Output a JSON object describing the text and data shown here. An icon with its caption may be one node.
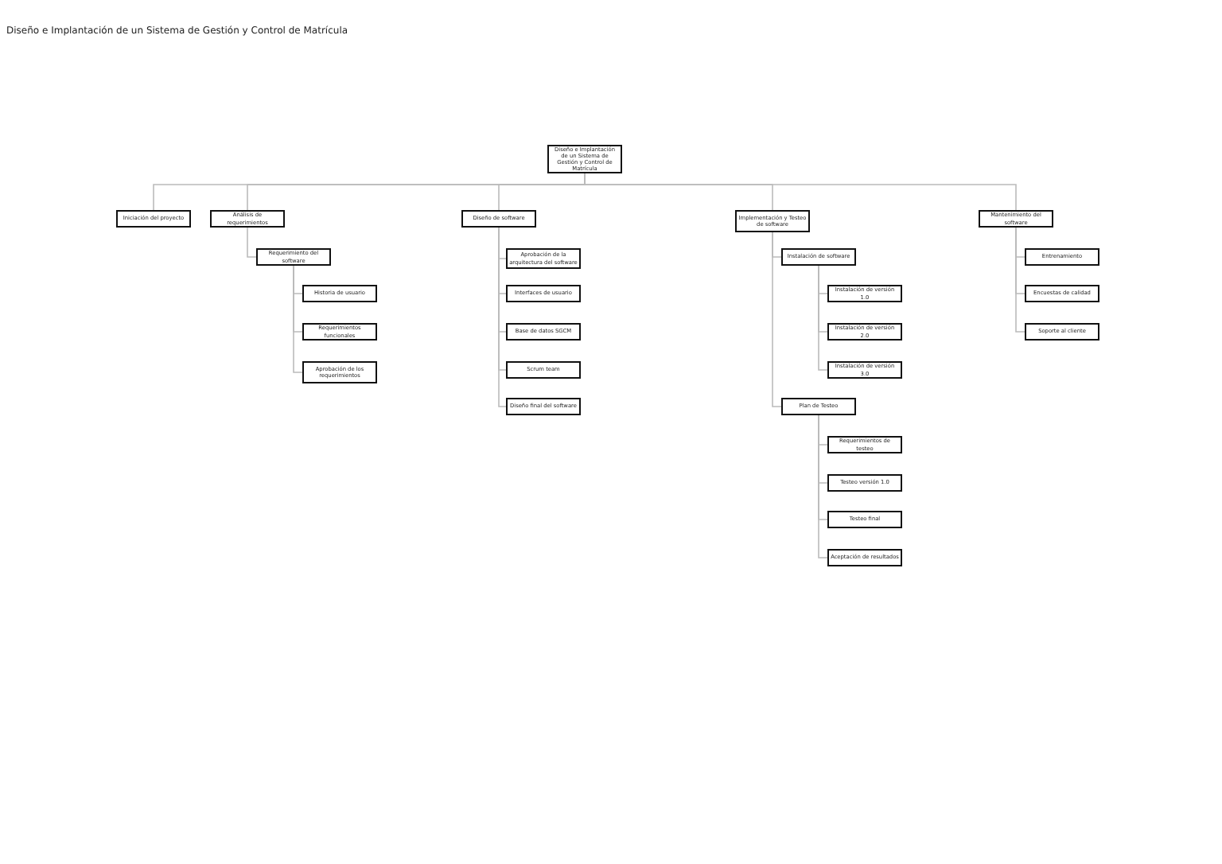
{
  "diagram": {
    "title": "Diseño e Implantación de un Sistema de Gestión y Control de Matrícula",
    "nodes": [
      {
        "text": [
          "Diseño e Implantación de un Sistema de Gestión y Control de Matrícula"
        ]
      },
      {
        "text": [
          "Iniciación del proyecto"
        ]
      },
      {
        "text": [
          "Análisis de requerimientos"
        ]
      },
      {
        "text": [
          "Requerimiento del software"
        ]
      },
      {
        "text": [
          "Historia de usuario"
        ]
      },
      {
        "text": [
          "Requerimientos funcionales"
        ]
      },
      {
        "text": [
          "Aprobación de los requerimientos"
        ]
      },
      {
        "text": [
          "Diseño de software"
        ]
      },
      {
        "text": [
          "Aprobación de la arquitectura del software"
        ]
      },
      {
        "text": [
          "Interfaces de usuario"
        ]
      },
      {
        "text": [
          "Base de datos SGCM"
        ]
      },
      {
        "text": [
          "Scrum team"
        ]
      },
      {
        "text": [
          "Diseño final del software"
        ]
      },
      {
        "text": [
          "Implementación y Testeo de software"
        ]
      },
      {
        "text": [
          "Instalación de software"
        ]
      },
      {
        "text": [
          "Instalación de versión 1.0"
        ]
      },
      {
        "text": [
          "Instalación de versión 2.0"
        ]
      },
      {
        "text": [
          "Instalación de versión 3.0"
        ]
      },
      {
        "text": [
          "Plan de Testeo"
        ]
      },
      {
        "text": [
          "Requerimientos de testeo"
        ]
      },
      {
        "text": [
          "Testeo versión 1.0"
        ]
      },
      {
        "text": [
          "Testeo final"
        ]
      },
      {
        "text": [
          "Aceptación de resultados"
        ]
      },
      {
        "text": [
          "Mantenimiento del software"
        ]
      },
      {
        "text": [
          "Entrenamiento"
        ]
      },
      {
        "text": [
          "Encuestas de calidad"
        ]
      },
      {
        "text": [
          "Soporte al cliente"
        ]
      }
    ],
    "edges": [
      {
        "from": 0,
        "to": 1,
        "arrow": "none"
      },
      {
        "from": 0,
        "to": 2,
        "arrow": "none"
      },
      {
        "from": 0,
        "to": 7,
        "arrow": "none"
      },
      {
        "from": 0,
        "to": 13,
        "arrow": "none"
      },
      {
        "from": 0,
        "to": 23,
        "arrow": "none"
      },
      {
        "from": 2,
        "to": 3,
        "arrow": "none"
      },
      {
        "from": 3,
        "to": 4,
        "arrow": "none"
      },
      {
        "from": 3,
        "to": 5,
        "arrow": "none"
      },
      {
        "from": 3,
        "to": 6,
        "arrow": "none"
      },
      {
        "from": 7,
        "to": 8,
        "arrow": "none"
      },
      {
        "from": 7,
        "to": 9,
        "arrow": "none"
      },
      {
        "from": 7,
        "to": 10,
        "arrow": "none"
      },
      {
        "from": 7,
        "to": 11,
        "arrow": "none"
      },
      {
        "from": 7,
        "to": 12,
        "arrow": "none"
      },
      {
        "from": 13,
        "to": 14,
        "arrow": "none"
      },
      {
        "from": 13,
        "to": 18,
        "arrow": "none"
      },
      {
        "from": 14,
        "to": 15,
        "arrow": "none"
      },
      {
        "from": 14,
        "to": 16,
        "arrow": "none"
      },
      {
        "from": 14,
        "to": 17,
        "arrow": "none"
      },
      {
        "from": 18,
        "to": 19,
        "arrow": "none"
      },
      {
        "from": 18,
        "to": 20,
        "arrow": "none"
      },
      {
        "from": 18,
        "to": 21,
        "arrow": "none"
      },
      {
        "from": 18,
        "to": 22,
        "arrow": "none"
      },
      {
        "from": 23,
        "to": 24,
        "arrow": "none"
      },
      {
        "from": 23,
        "to": 25,
        "arrow": "none"
      },
      {
        "from": 23,
        "to": 26,
        "arrow": "none"
      }
    ]
  }
}
